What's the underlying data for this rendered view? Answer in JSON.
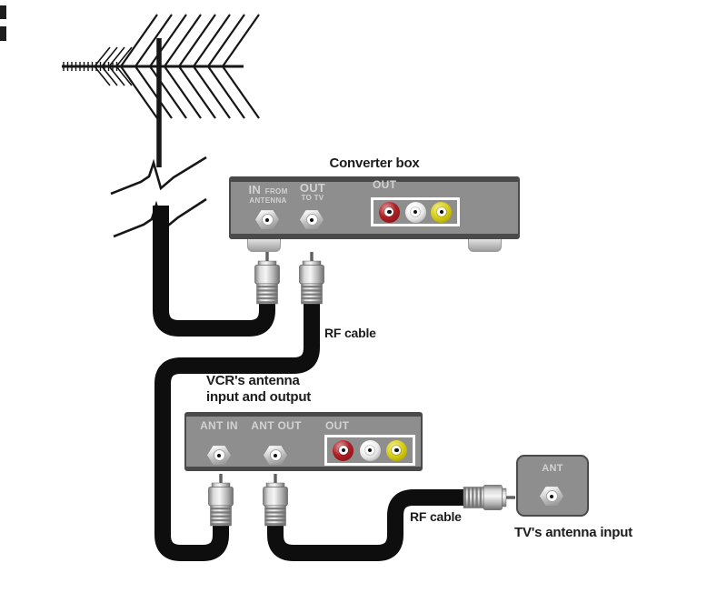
{
  "colors": {
    "background": "#ffffff",
    "box_gray": "#8e8e8e",
    "box_border": "#4a4a4a",
    "port_text": "#d2d2d2",
    "label_text": "#1c1c1c",
    "cable": "#0e0e0e",
    "panel_stroke": "#ffffff",
    "rca_red": "#b02025",
    "rca_white": "#e6e6e6",
    "rca_yellow": "#d6cd14"
  },
  "converter": {
    "title": "Converter box",
    "port_in": {
      "big": "IN",
      "small": "FROM",
      "line2": "ANTENNA"
    },
    "port_out": {
      "big": "OUT",
      "line2": "TO TV"
    },
    "av_out_label": "OUT"
  },
  "vcr": {
    "caption_line1": "VCR's antenna",
    "caption_line2": "input and output",
    "ant_in_label": "ANT IN",
    "ant_out_label": "ANT OUT",
    "av_out_label": "OUT"
  },
  "tv": {
    "port_label": "ANT",
    "caption": "TV's antenna input"
  },
  "cables": {
    "top_label": "RF cable",
    "bottom_label": "RF cable"
  },
  "icons": {
    "antenna": "tv-antenna-icon",
    "break_marks": "cable-break-icon",
    "coax_ports": "coax-port-icon",
    "f_connectors": "f-connector-icon",
    "rca_jack_order": [
      "red",
      "white",
      "yellow"
    ]
  }
}
